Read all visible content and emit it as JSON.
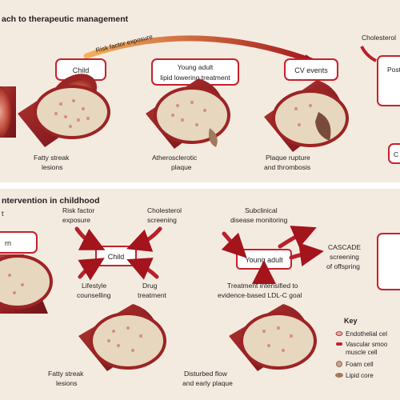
{
  "panel_top": {
    "title": "ach to therapeutic management",
    "arrow_label": "Risk factor exposure",
    "boxes": [
      "Child",
      "Young adult",
      "lipid lowering treatment",
      "CV events",
      "Cholesterol",
      "Post",
      "C"
    ],
    "captions": [
      "Fatty streak",
      "lesions",
      "Atherosclerotic",
      "plaque",
      "Plaque rupture",
      "and thrombosis"
    ]
  },
  "panel_bottom": {
    "title": "ntervention in childhood",
    "fragments": [
      "t",
      "rn"
    ],
    "child_box": "Child",
    "young_adult_box": "Young adult",
    "labels": {
      "risk_factor": [
        "Risk factor",
        "exposure"
      ],
      "cholesterol_screening": [
        "Cholesterol",
        "screening"
      ],
      "lifestyle": [
        "Lifestyle",
        "counselling"
      ],
      "drug": [
        "Drug",
        "treatment"
      ],
      "subclinical": [
        "Subclinical",
        "disease monitoring"
      ],
      "treatment_intensified": [
        "Treatment intensified to",
        "evidence-based LDL-C goal"
      ],
      "cascade": [
        "CASCADE",
        "screening",
        "of offspring"
      ]
    },
    "captions": [
      "Fatty streak",
      "lesions",
      "Disturbed flow",
      "and early plaque"
    ]
  },
  "key": {
    "title": "Key",
    "items": [
      "Endothelial cel",
      "Vascular smoo",
      "muscle cell",
      "Foam cell",
      "Lipid core"
    ]
  },
  "colors": {
    "panel_bg": "#f4ebe0",
    "box_border": "#c8202a",
    "arrow": "#b8202a",
    "vessel_outer": "#9c2424",
    "vessel_inner": "#e6d7be",
    "title_text": "#231f20"
  }
}
